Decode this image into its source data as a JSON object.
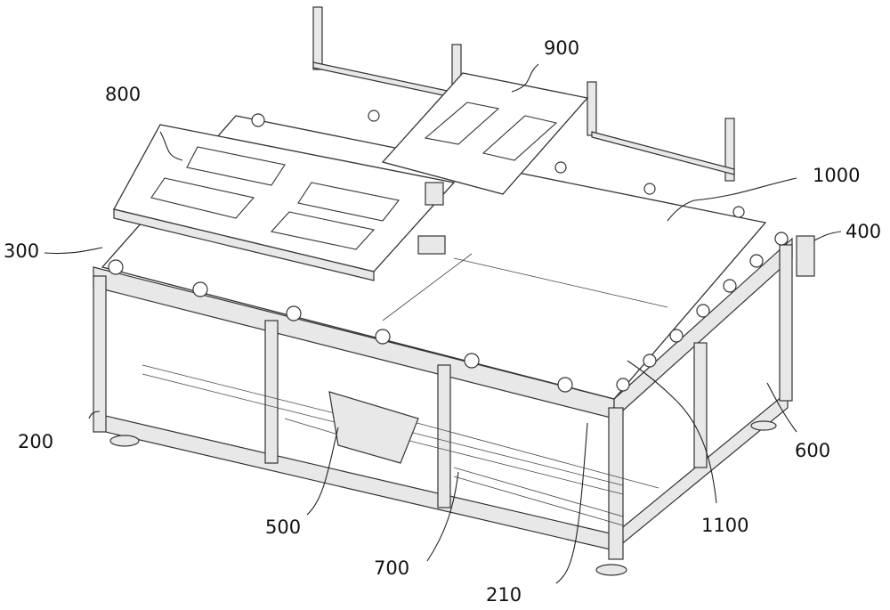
{
  "figure": {
    "type": "isometric mechanical drawing",
    "labels": {
      "l800": "800",
      "l900": "900",
      "l1000": "1000",
      "l300": "300",
      "l400": "400",
      "l200": "200",
      "l600": "600",
      "l500": "500",
      "l1100": "1100",
      "l700": "700",
      "l210": "210"
    }
  }
}
